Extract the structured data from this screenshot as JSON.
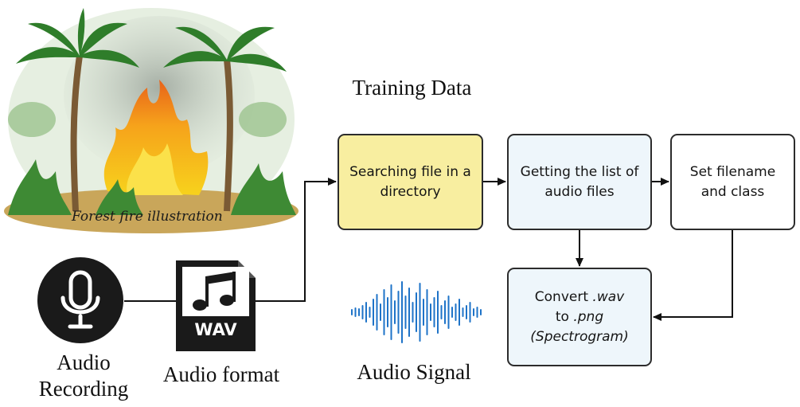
{
  "caption": "Forest fire illustration",
  "training_title": "Training Data",
  "boxes": {
    "search": "Searching file in a directory",
    "list": "Getting the list of audio files",
    "set": "Set filename and class",
    "convert": {
      "line1": "Convert",
      "ext_wav": ".wav",
      "line2": "to",
      "ext_png": ".png",
      "line3": "(Spectrogram)"
    }
  },
  "icons": {
    "mic": "microphone-icon",
    "wav": "wav-file-icon",
    "signal": "audio-waveform-icon",
    "wav_text": "WAV"
  },
  "labels": {
    "mic": "Audio Recording",
    "wav": "Audio format",
    "signal": "Audio Signal"
  },
  "colors": {
    "search_fill": "#f8eea0",
    "list_fill": "#eef6fb",
    "convert_fill": "#eef6fb",
    "wave": "#1e73c8",
    "flame": "#f6a31b",
    "palm": "#2f7d2a"
  }
}
